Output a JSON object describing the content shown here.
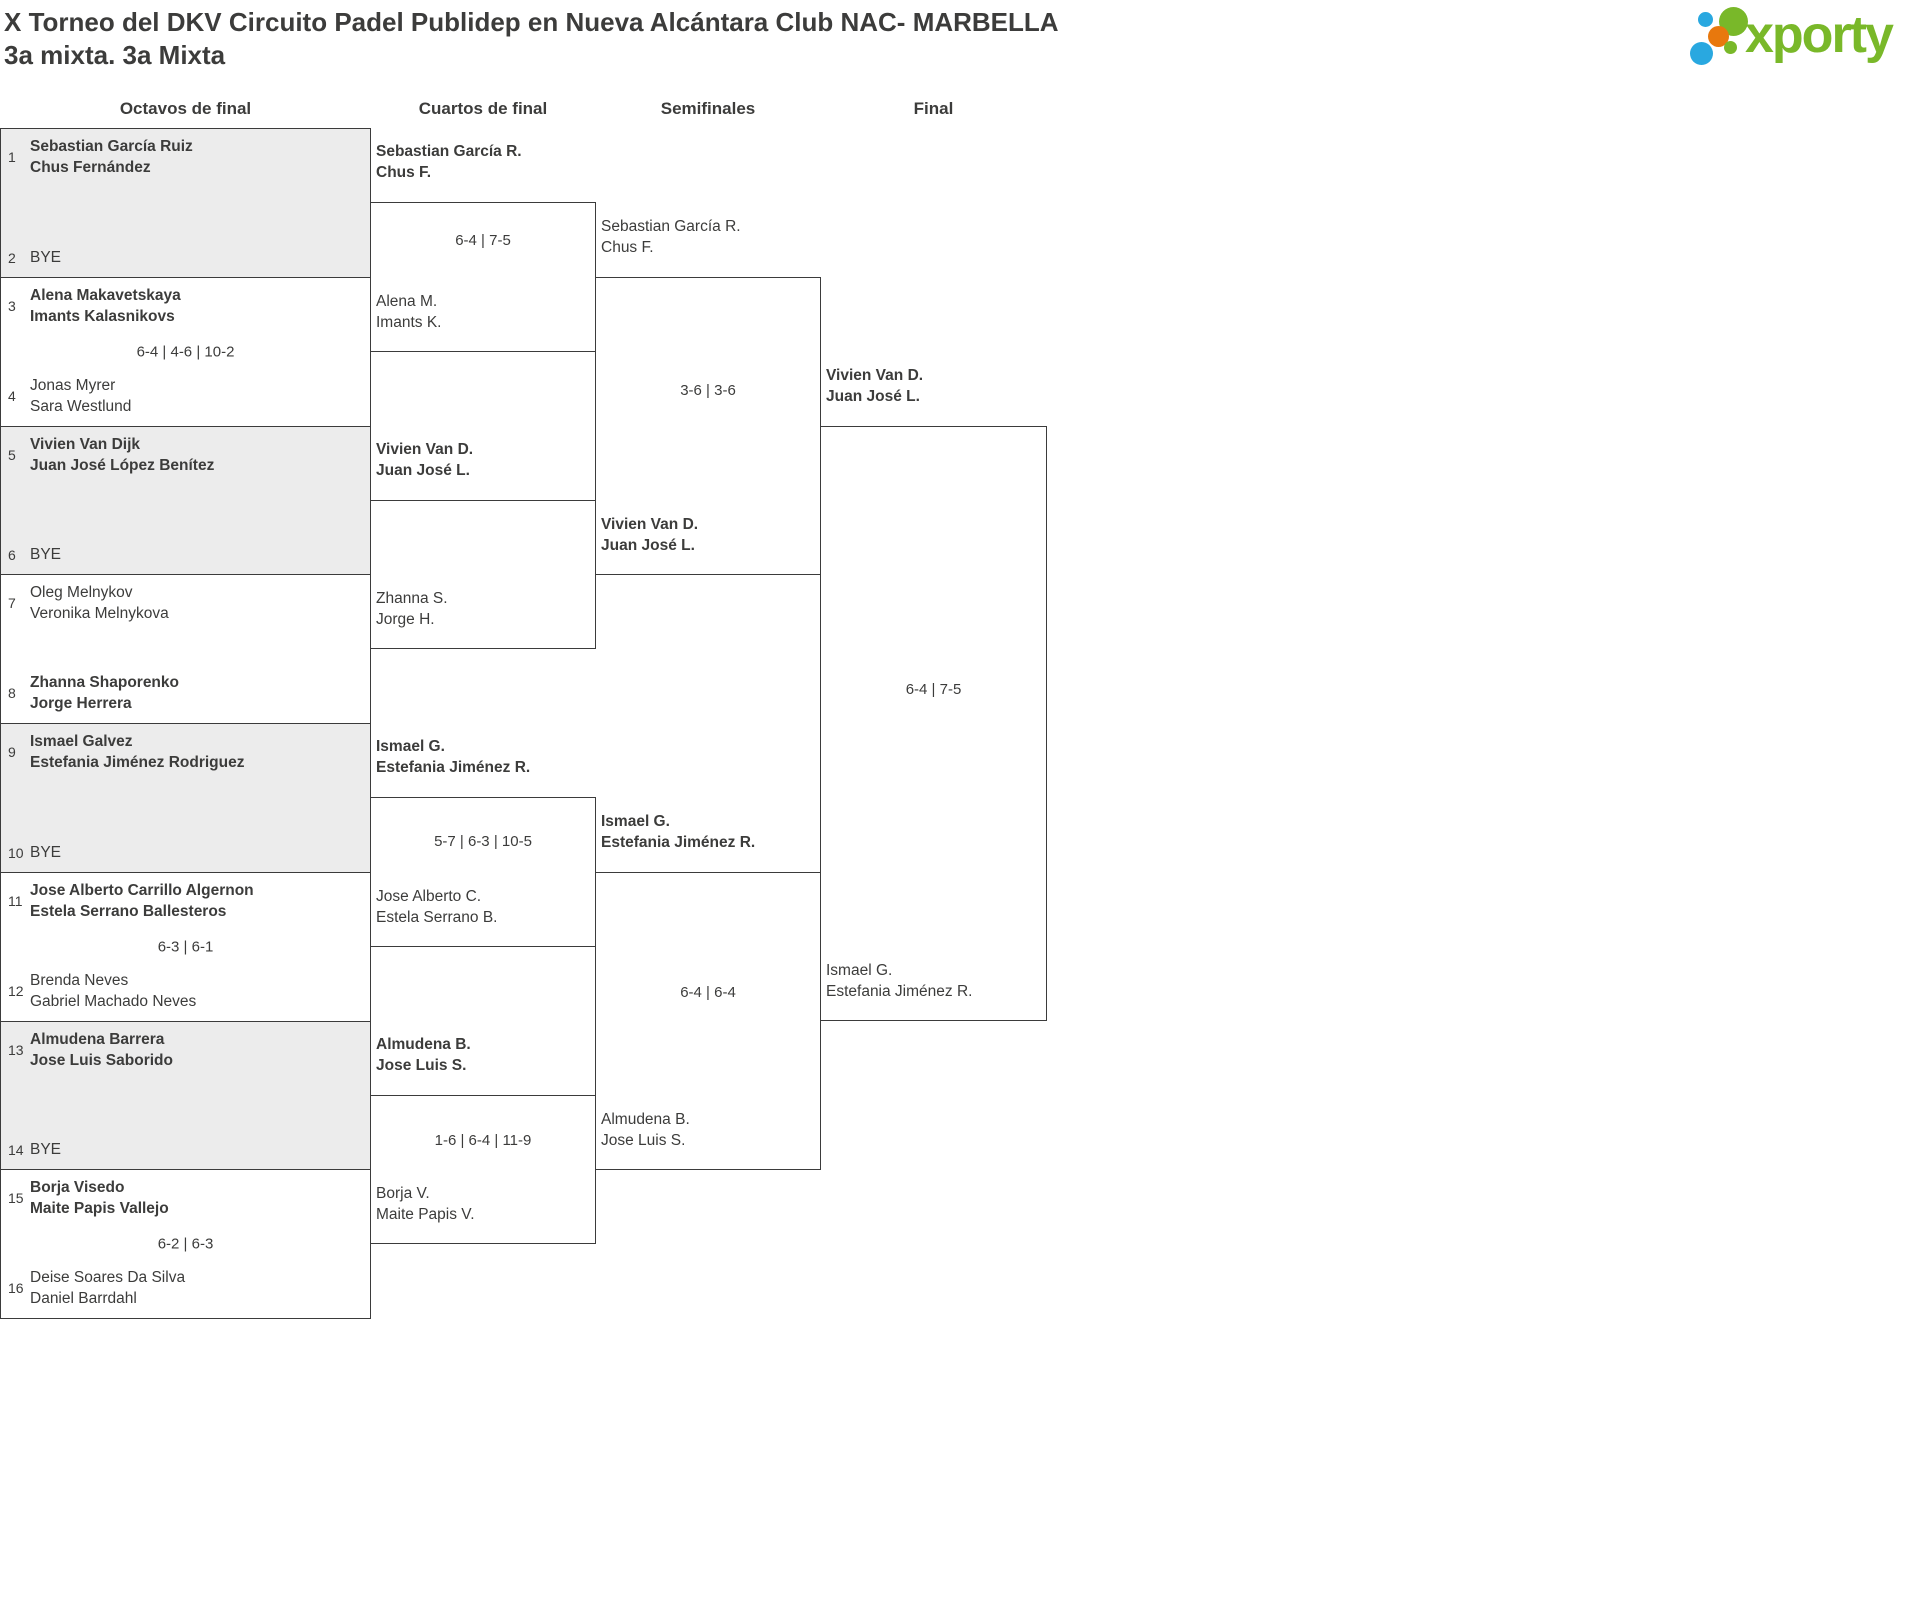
{
  "page": {
    "title": "X Torneo del DKV Circuito Padel Publidep en Nueva Alcántara Club NAC- MARBELLA",
    "subtitle": "3a mixta. 3a Mixta"
  },
  "logo": {
    "text": "xporty"
  },
  "colors": {
    "green": "#79b829",
    "blue": "#29a8e0",
    "orange": "#e8780d",
    "bye_bg": "#ececec",
    "line": "#3b3b3b",
    "text": "#3c3c3b"
  },
  "rounds": [
    {
      "label": "Octavos de final"
    },
    {
      "label": "Cuartos de final"
    },
    {
      "label": "Semifinales"
    },
    {
      "label": "Final"
    }
  ],
  "octavos": [
    {
      "team1": {
        "seed": "1",
        "line1": "Sebastian García Ruiz",
        "line2": "Chus Fernández",
        "winner": true
      },
      "team2": {
        "seed": "2",
        "line1": "BYE",
        "line2": "",
        "winner": false
      },
      "score": ""
    },
    {
      "team1": {
        "seed": "3",
        "line1": "Alena Makavetskaya",
        "line2": "Imants Kalasnikovs",
        "winner": true
      },
      "team2": {
        "seed": "4",
        "line1": "Jonas Myrer",
        "line2": "Sara Westlund",
        "winner": false
      },
      "score": "6-4 | 4-6 | 10-2"
    },
    {
      "team1": {
        "seed": "5",
        "line1": "Vivien Van Dijk",
        "line2": "Juan José López Benítez",
        "winner": true
      },
      "team2": {
        "seed": "6",
        "line1": "BYE",
        "line2": "",
        "winner": false
      },
      "score": ""
    },
    {
      "team1": {
        "seed": "7",
        "line1": "Oleg Melnykov",
        "line2": "Veronika Melnykova",
        "winner": false
      },
      "team2": {
        "seed": "8",
        "line1": "Zhanna Shaporenko",
        "line2": "Jorge Herrera",
        "winner": true
      },
      "score": ""
    },
    {
      "team1": {
        "seed": "9",
        "line1": "Ismael Galvez",
        "line2": "Estefania Jiménez Rodriguez",
        "winner": true
      },
      "team2": {
        "seed": "10",
        "line1": "BYE",
        "line2": "",
        "winner": false
      },
      "score": ""
    },
    {
      "team1": {
        "seed": "11",
        "line1": "Jose Alberto Carrillo Algernon",
        "line2": "Estela Serrano Ballesteros",
        "winner": true
      },
      "team2": {
        "seed": "12",
        "line1": "Brenda Neves",
        "line2": "Gabriel Machado Neves",
        "winner": false
      },
      "score": "6-3 | 6-1"
    },
    {
      "team1": {
        "seed": "13",
        "line1": "Almudena Barrera",
        "line2": "Jose Luis Saborido",
        "winner": true
      },
      "team2": {
        "seed": "14",
        "line1": "BYE",
        "line2": "",
        "winner": false
      },
      "score": ""
    },
    {
      "team1": {
        "seed": "15",
        "line1": "Borja Visedo",
        "line2": "Maite Papis Vallejo",
        "winner": true
      },
      "team2": {
        "seed": "16",
        "line1": "Deise Soares Da Silva",
        "line2": "Daniel Barrdahl",
        "winner": false
      },
      "score": "6-2 | 6-3"
    }
  ],
  "cuartos": [
    {
      "team1": {
        "line1": "Sebastian García R.",
        "line2": "Chus F.",
        "winner": true
      },
      "team2": {
        "line1": "Alena M.",
        "line2": "Imants K.",
        "winner": false
      },
      "score": "6-4 | 7-5"
    },
    {
      "team1": {
        "line1": "Vivien Van D.",
        "line2": "Juan José L.",
        "winner": true
      },
      "team2": {
        "line1": "Zhanna S.",
        "line2": "Jorge H.",
        "winner": false
      },
      "score": ""
    },
    {
      "team1": {
        "line1": "Ismael G.",
        "line2": "Estefania Jiménez R.",
        "winner": true
      },
      "team2": {
        "line1": "Jose Alberto C.",
        "line2": "Estela Serrano B.",
        "winner": false
      },
      "score": "5-7 | 6-3 | 10-5"
    },
    {
      "team1": {
        "line1": "Almudena B.",
        "line2": "Jose Luis S.",
        "winner": true
      },
      "team2": {
        "line1": "Borja V.",
        "line2": "Maite Papis V.",
        "winner": false
      },
      "score": "1-6 | 6-4 | 11-9"
    }
  ],
  "semifinales": [
    {
      "team1": {
        "line1": "Sebastian García R.",
        "line2": "Chus F.",
        "winner": false
      },
      "team2": {
        "line1": "Vivien Van D.",
        "line2": "Juan José L.",
        "winner": true
      },
      "score": "3-6 | 3-6"
    },
    {
      "team1": {
        "line1": "Ismael G.",
        "line2": "Estefania Jiménez R.",
        "winner": true
      },
      "team2": {
        "line1": "Almudena B.",
        "line2": "Jose Luis S.",
        "winner": false
      },
      "score": "6-4 | 6-4"
    }
  ],
  "final": {
    "team1": {
      "line1": "Vivien Van D.",
      "line2": "Juan José L.",
      "winner": true
    },
    "team2": {
      "line1": "Ismael G.",
      "line2": "Estefania Jiménez R.",
      "winner": false
    },
    "score": "6-4 | 7-5"
  }
}
